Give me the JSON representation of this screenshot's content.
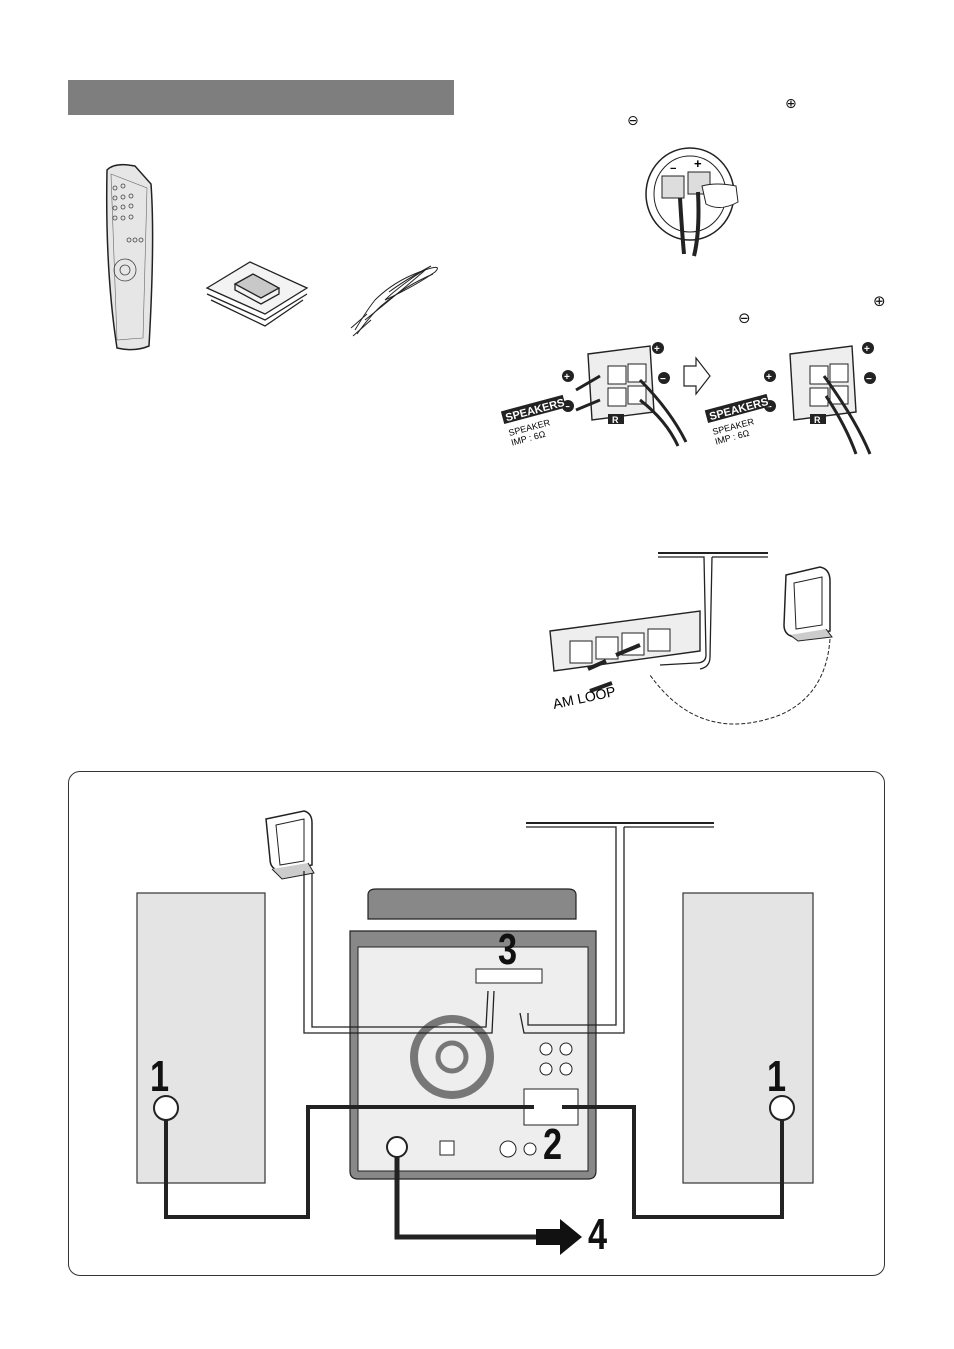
{
  "header": {
    "bar_color": "#7e7e7e"
  },
  "polarity": {
    "plus_symbol": "⊕",
    "minus_symbol": "⊖",
    "plus_bold": "+",
    "minus_bold": "−"
  },
  "speaker_terminal": {
    "label": "SPEAKERS",
    "sub_label": "SPEAKER",
    "impedance": "IMP : 6Ω",
    "channel": "R"
  },
  "antenna_terminal": {
    "am_label": "AM LOOP"
  },
  "steps": {
    "speakers_left": "1",
    "speakers_right": "1",
    "speaker_cords": "2",
    "antennas": "3",
    "power": "4"
  },
  "icons": [
    "remote-control-icon",
    "am-loop-antenna-icon",
    "fm-antenna-wire-icon",
    "speaker-terminal-icon",
    "arrow-icon"
  ]
}
